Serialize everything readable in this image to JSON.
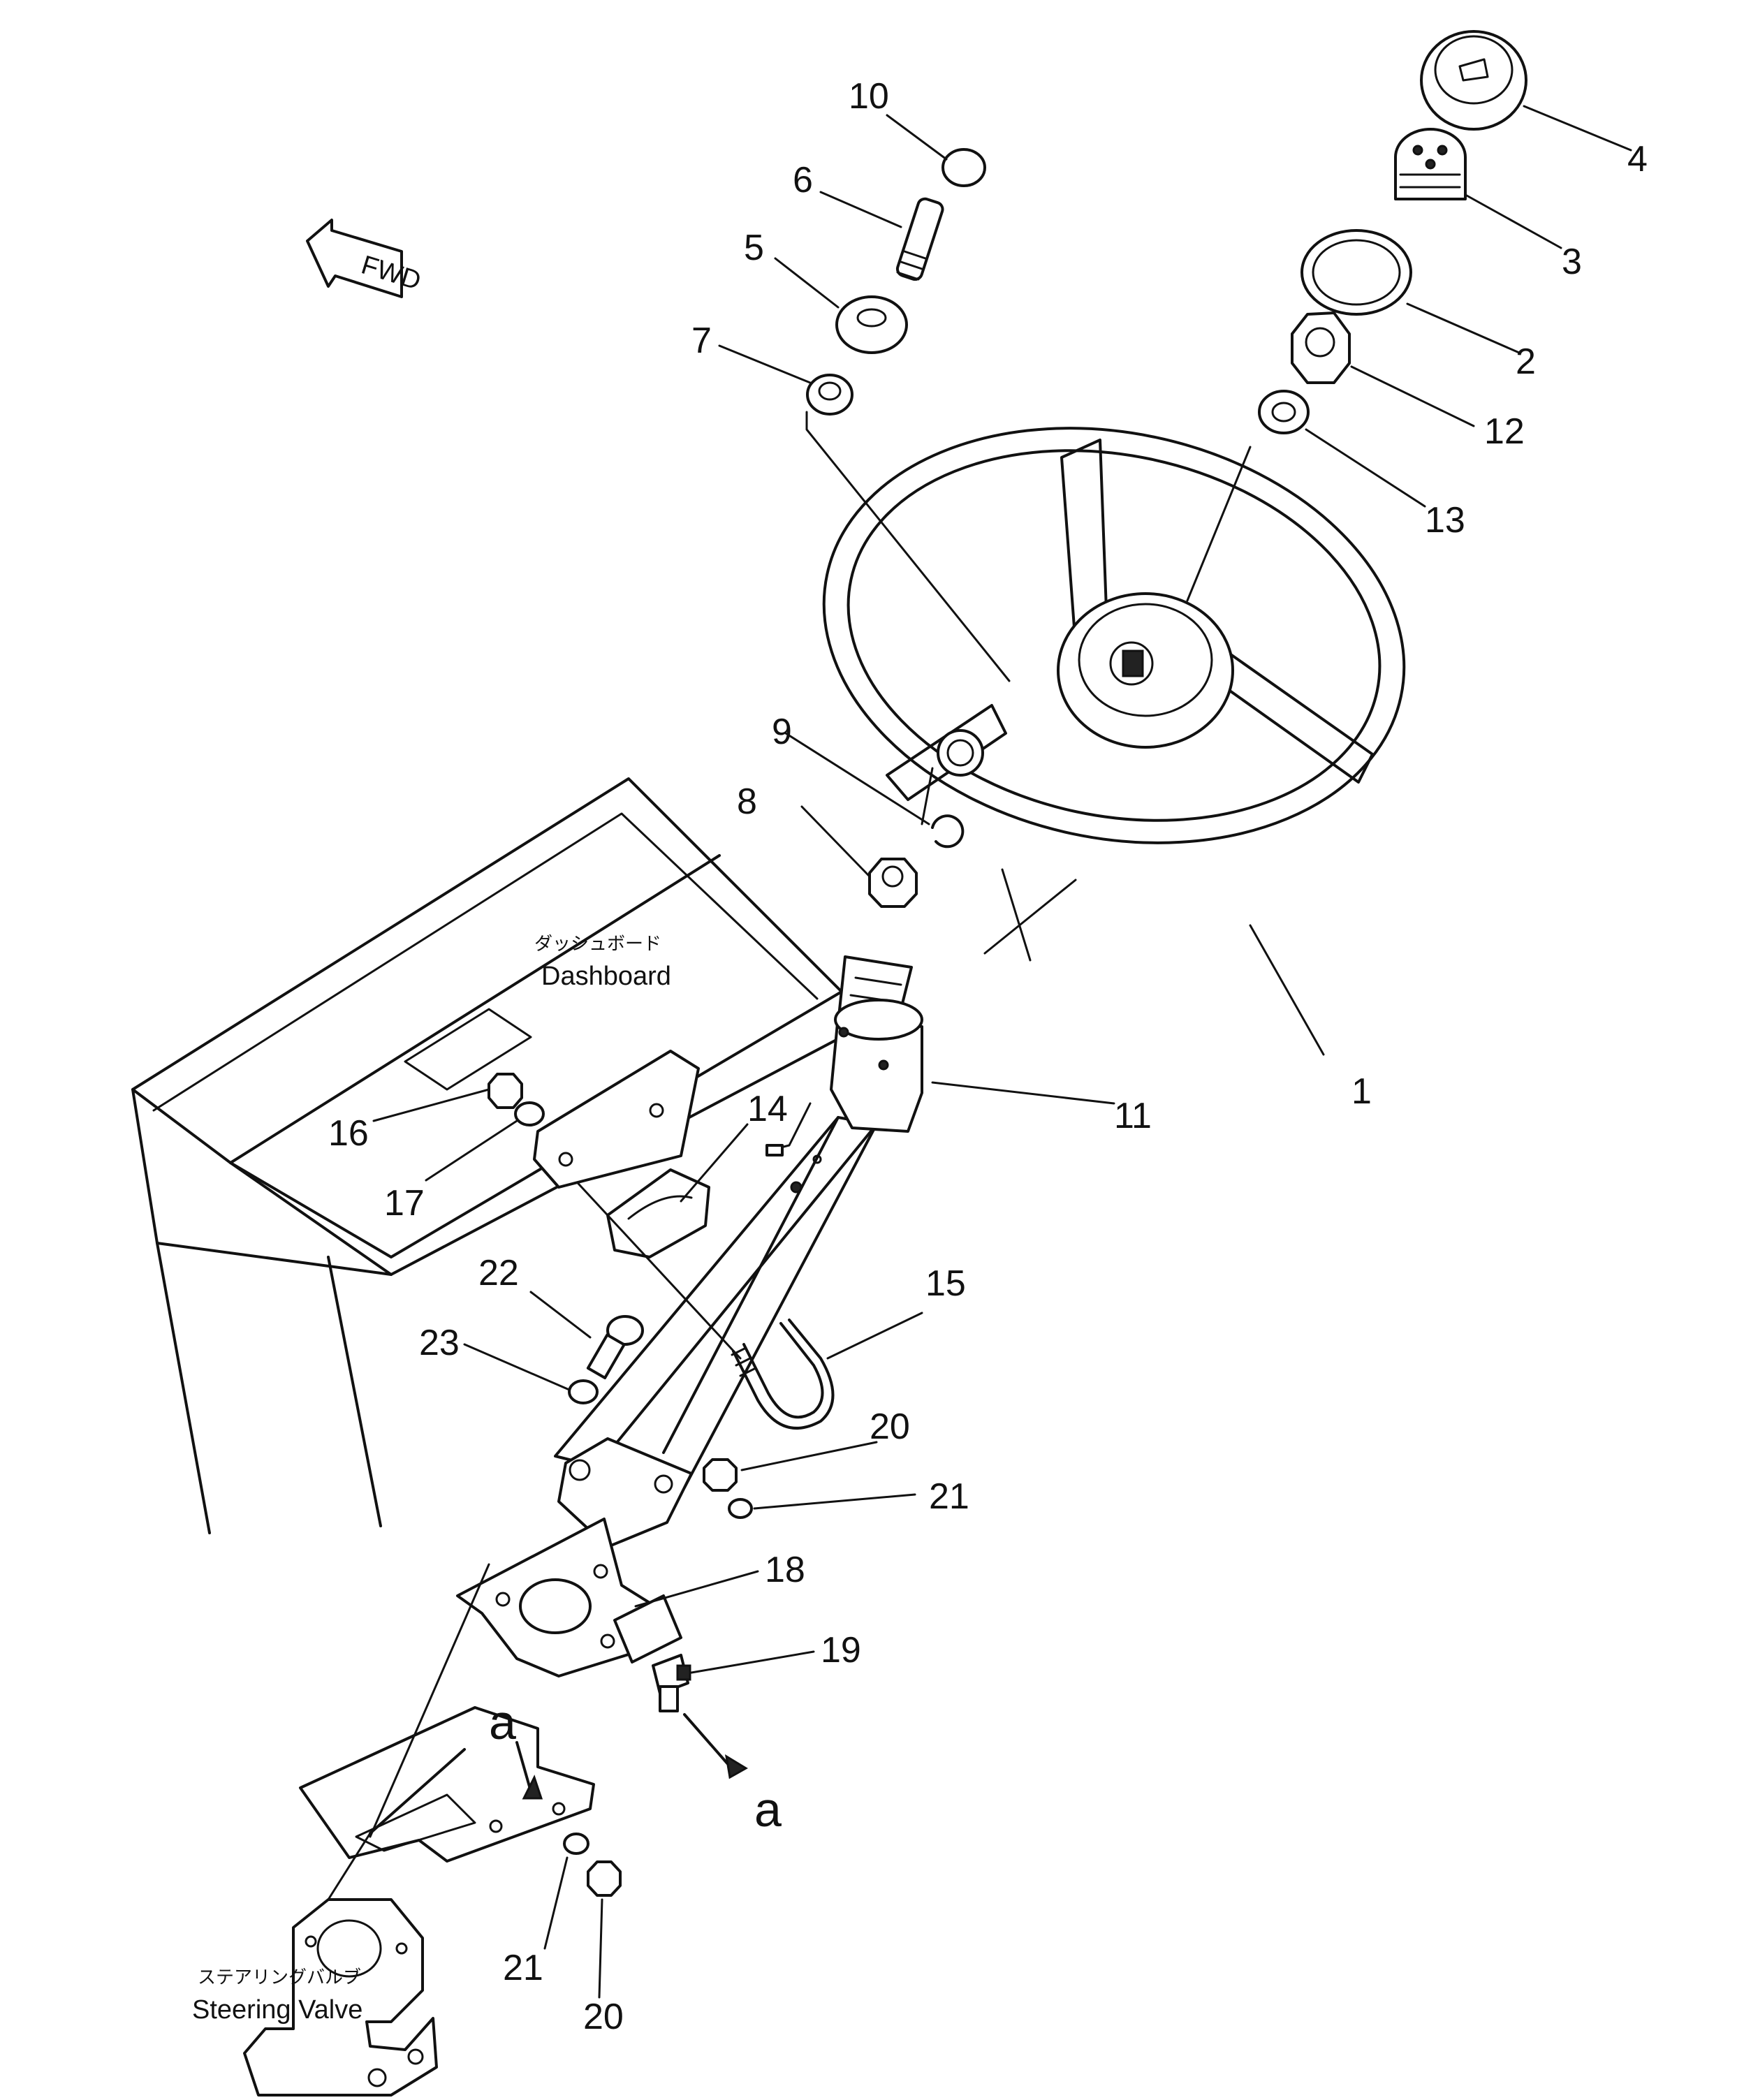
{
  "callouts": [
    {
      "id": "1",
      "text": "1"
    },
    {
      "id": "2",
      "text": "2"
    },
    {
      "id": "3",
      "text": "3"
    },
    {
      "id": "4",
      "text": "4"
    },
    {
      "id": "5",
      "text": "5"
    },
    {
      "id": "6",
      "text": "6"
    },
    {
      "id": "7",
      "text": "7"
    },
    {
      "id": "8",
      "text": "8"
    },
    {
      "id": "9",
      "text": "9"
    },
    {
      "id": "10",
      "text": "10"
    },
    {
      "id": "11",
      "text": "11"
    },
    {
      "id": "12",
      "text": "12"
    },
    {
      "id": "13",
      "text": "13"
    },
    {
      "id": "14",
      "text": "14"
    },
    {
      "id": "15",
      "text": "15"
    },
    {
      "id": "16",
      "text": "16"
    },
    {
      "id": "17",
      "text": "17"
    },
    {
      "id": "18",
      "text": "18"
    },
    {
      "id": "19",
      "text": "19"
    },
    {
      "id": "20a",
      "text": "20"
    },
    {
      "id": "20b",
      "text": "20"
    },
    {
      "id": "21a",
      "text": "21"
    },
    {
      "id": "21b",
      "text": "21"
    },
    {
      "id": "22",
      "text": "22"
    },
    {
      "id": "23",
      "text": "23"
    }
  ],
  "labels": {
    "fwd": "FWD",
    "dashboard_jp": "ダッシュボード",
    "dashboard_en": "Dashboard",
    "steering_valve_jp": "ステアリングバルブ",
    "steering_valve_en": "Steering Valve",
    "view_a_top": "a",
    "view_a_bottom": "a"
  }
}
